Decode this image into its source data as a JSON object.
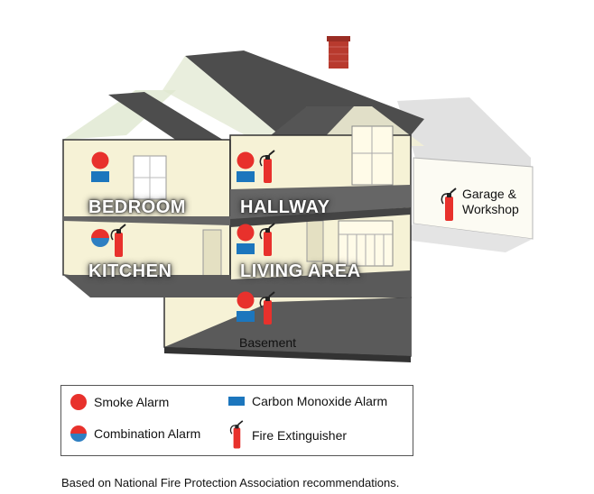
{
  "rooms": {
    "bedroom": "BEDROOM",
    "hallway": "HALLWAY",
    "kitchen": "KITCHEN",
    "living_area": "LIVING AREA",
    "basement": "Basement",
    "garage": "Garage &\nWorkshop"
  },
  "legend": {
    "smoke_alarm": "Smoke Alarm",
    "co_alarm": "Carbon Monoxide Alarm",
    "combination_alarm": "Combination Alarm",
    "fire_extinguisher": "Fire Extinguisher"
  },
  "footnote": "Based on National Fire Protection Association recommendations.",
  "colors": {
    "alarm_red": "#e8312c",
    "co_blue": "#1c76bd",
    "roof": "#4a4a4a",
    "wall": "#f6f2d6",
    "floor": "#555555",
    "chimney": "#b83a2e"
  },
  "icons": [
    "smoke-alarm-icon",
    "carbon-monoxide-alarm-icon",
    "combination-alarm-icon",
    "fire-extinguisher-icon"
  ]
}
